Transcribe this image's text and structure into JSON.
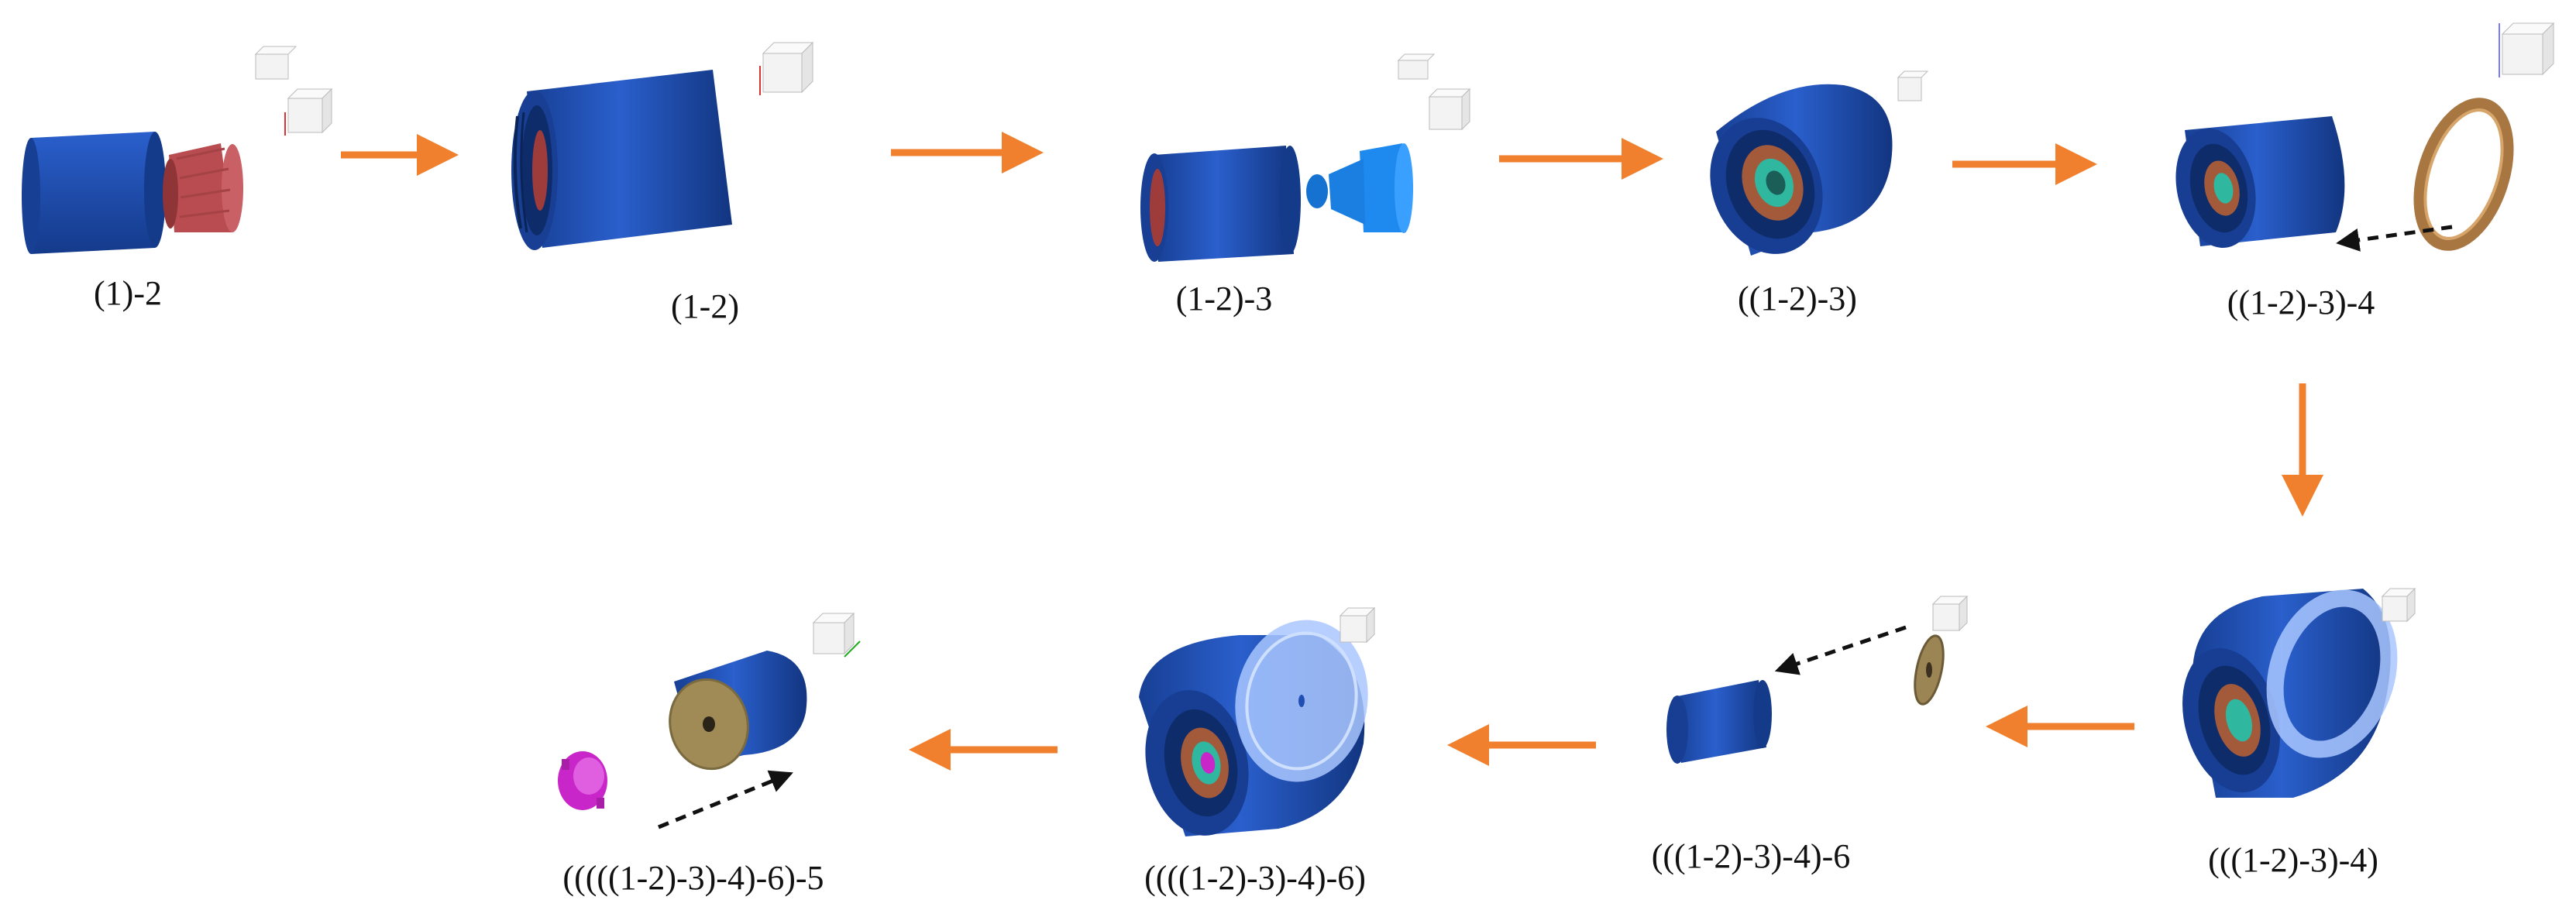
{
  "steps": [
    {
      "id": "s1",
      "label": "(1)-2"
    },
    {
      "id": "s2",
      "label": "(1-2)"
    },
    {
      "id": "s3",
      "label": "(1-2)-3"
    },
    {
      "id": "s4",
      "label": "((1-2)-3)"
    },
    {
      "id": "s5",
      "label": "((1-2)-3)-4"
    },
    {
      "id": "s6",
      "label": "(((1-2)-3)-4)"
    },
    {
      "id": "s7",
      "label": "(((1-2)-3)-4)-6"
    },
    {
      "id": "s8",
      "label": "((((1-2)-3)-4)-6)"
    },
    {
      "id": "s9",
      "label": "(((((1-2)-3)-4)-6)-5"
    }
  ],
  "colors": {
    "cylinder_blue": "#1f4fb2",
    "cylinder_blue_dark": "#123785",
    "cylinder_blue_light": "#2e66d6",
    "flow_arrow": "#f07f2e",
    "insert_arrow": "#111111",
    "part_red": "#c4585b",
    "part_cyan": "#1e88f0",
    "ring_bronze": "#b7864a",
    "disc_tan": "#a08a55",
    "cap_lightblue": "#9fc2ff",
    "part_magenta": "#c926c9",
    "inner_teal": "#2fb7a0"
  },
  "icons": [
    "view-cube-icon"
  ]
}
